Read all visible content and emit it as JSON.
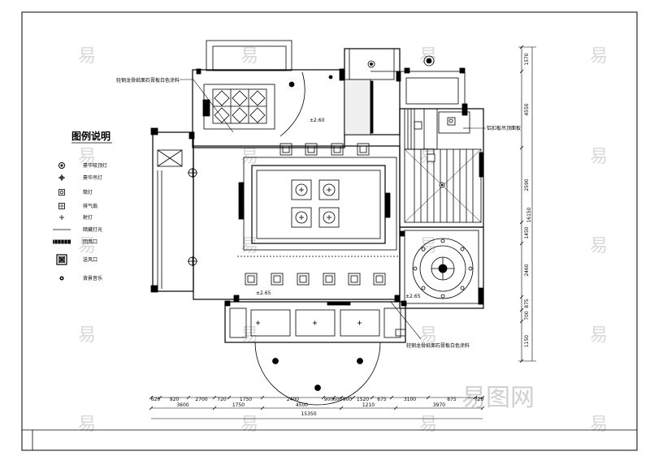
{
  "legend": {
    "title": "图例说明",
    "items": [
      {
        "icon": "pendant-light-icon",
        "label": "豪华吸顶灯"
      },
      {
        "icon": "chandelier-icon",
        "label": "豪华吊灯"
      },
      {
        "icon": "downlight-icon",
        "label": "筒灯"
      },
      {
        "icon": "exhaust-fan-icon",
        "label": "排气扇"
      },
      {
        "icon": "spotlight-icon",
        "label": "射灯"
      },
      {
        "icon": "hidden-light-strip-icon",
        "label": "暗藏灯光"
      },
      {
        "icon": "return-air-vent-icon",
        "label": "回风口"
      },
      {
        "icon": "supply-air-vent-icon",
        "label": "送风口"
      },
      {
        "icon": "speaker-icon",
        "label": "背景音乐"
      }
    ]
  },
  "callouts": {
    "top_left": "轻钢龙骨纸面石膏板白色涂料",
    "right": "铝扣板吊顶面板",
    "bottom_right": "轻钢龙骨纸面石膏板白色涂料"
  },
  "heights": {
    "a": "±2.60",
    "b": "±2.65",
    "c": "±2.65"
  },
  "dims_bottom_row1": [
    "620",
    "920",
    "2700",
    "720",
    "1750",
    "2400",
    "900",
    "600",
    "900",
    "1520",
    "675",
    "3100",
    "875",
    "720"
  ],
  "dims_bottom_row2": [
    "3600",
    "1750",
    "4500",
    "1210",
    "3970"
  ],
  "dims_bottom_total": "15350",
  "dims_right": [
    "1570",
    "4550",
    "2590",
    "1450",
    "2460",
    "875",
    "700",
    "1150"
  ],
  "dims_right_total": "16150",
  "watermark": "易图网"
}
